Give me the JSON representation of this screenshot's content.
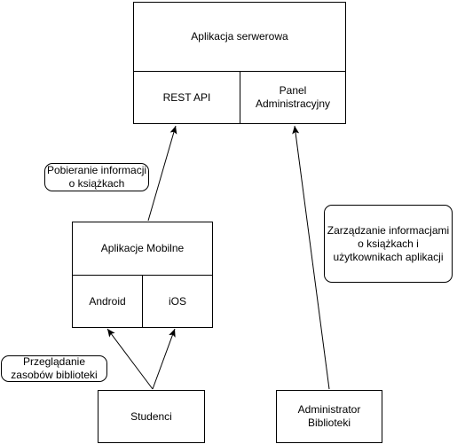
{
  "server": {
    "title": "Aplikacja serwerowa",
    "rest_api": "REST API",
    "admin_panel": "Panel\nAdministracyjny"
  },
  "mobile": {
    "title": "Aplikacje Mobilne",
    "android": "Android",
    "ios": "iOS"
  },
  "actors": {
    "students": "Studenci",
    "admin": "Administrator\nBiblioteki"
  },
  "notes": {
    "fetch_info": "Pobieranie informacji\no książkach",
    "browse": "Przeglądanie\nzasobów biblioteki",
    "manage": "Zarządzanie informacjami\no książkach i\nużytkownikach aplikacji"
  },
  "colors": {
    "stroke": "#000000",
    "fill": "#ffffff"
  }
}
